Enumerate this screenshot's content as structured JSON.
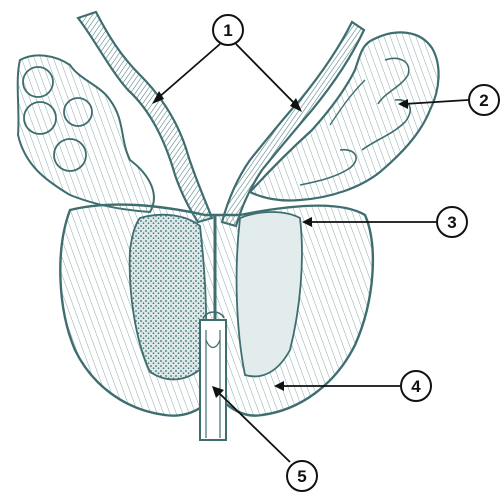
{
  "colors": {
    "tissue_dark": "#3f6e70",
    "tissue_mid": "#7fa3a4",
    "tissue_light": "#c9dadb",
    "paper": "#ffffff",
    "ink": "#111111"
  },
  "labels": [
    {
      "id": "1",
      "text": "1",
      "part": "ductus-deferens"
    },
    {
      "id": "2",
      "text": "2",
      "part": "seminal-vesicle"
    },
    {
      "id": "3",
      "text": "3",
      "part": "prostate-lobe"
    },
    {
      "id": "4",
      "text": "4",
      "part": "prostate-base"
    },
    {
      "id": "5",
      "text": "5",
      "part": "urethra"
    }
  ]
}
